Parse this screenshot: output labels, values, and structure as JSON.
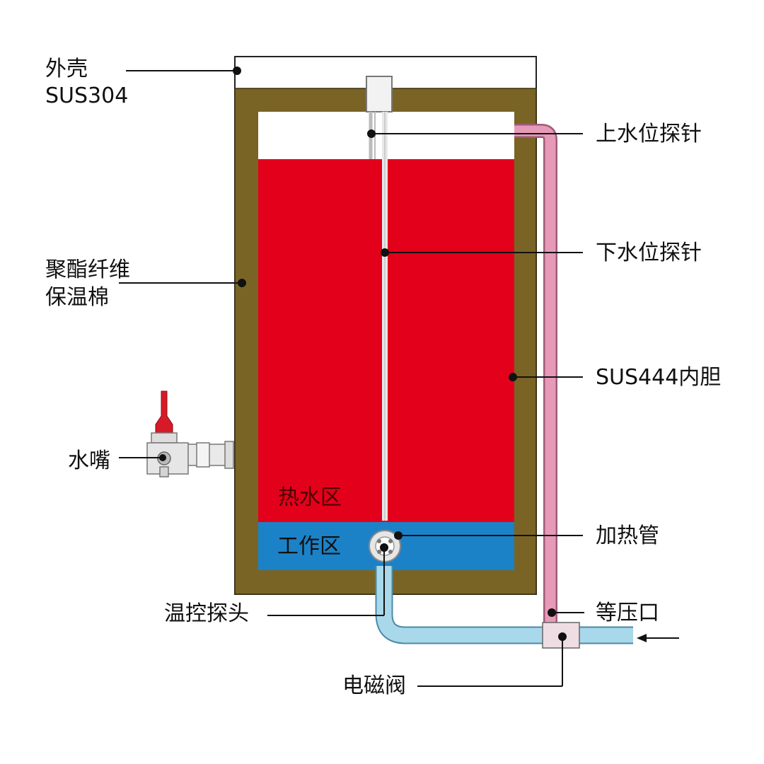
{
  "diagram": {
    "labels": {
      "shell_line1": "外壳",
      "shell_line2": "SUS304",
      "insulation_line1": "聚酯纤维",
      "insulation_line2": "保温棉",
      "faucet": "水嘴",
      "temp_probe": "温控探头",
      "upper_probe": "上水位探针",
      "lower_probe": "下水位探针",
      "inner_tank": "SUS444内胆",
      "heater": "加热管",
      "pressure_port": "等压口",
      "solenoid_valve": "电磁阀"
    },
    "zones": {
      "hot_water": "热水区",
      "working": "工作区"
    },
    "colors": {
      "shell": "#ffffff",
      "insulation": "#7a6425",
      "hot_water": "#e3001b",
      "working_zone": "#1b82c8",
      "pressure_pipe": "#e79ab8",
      "inlet_pipe": "#a8d8ea",
      "faucet_handle": "#d71a28",
      "label_text": "#111111"
    }
  }
}
